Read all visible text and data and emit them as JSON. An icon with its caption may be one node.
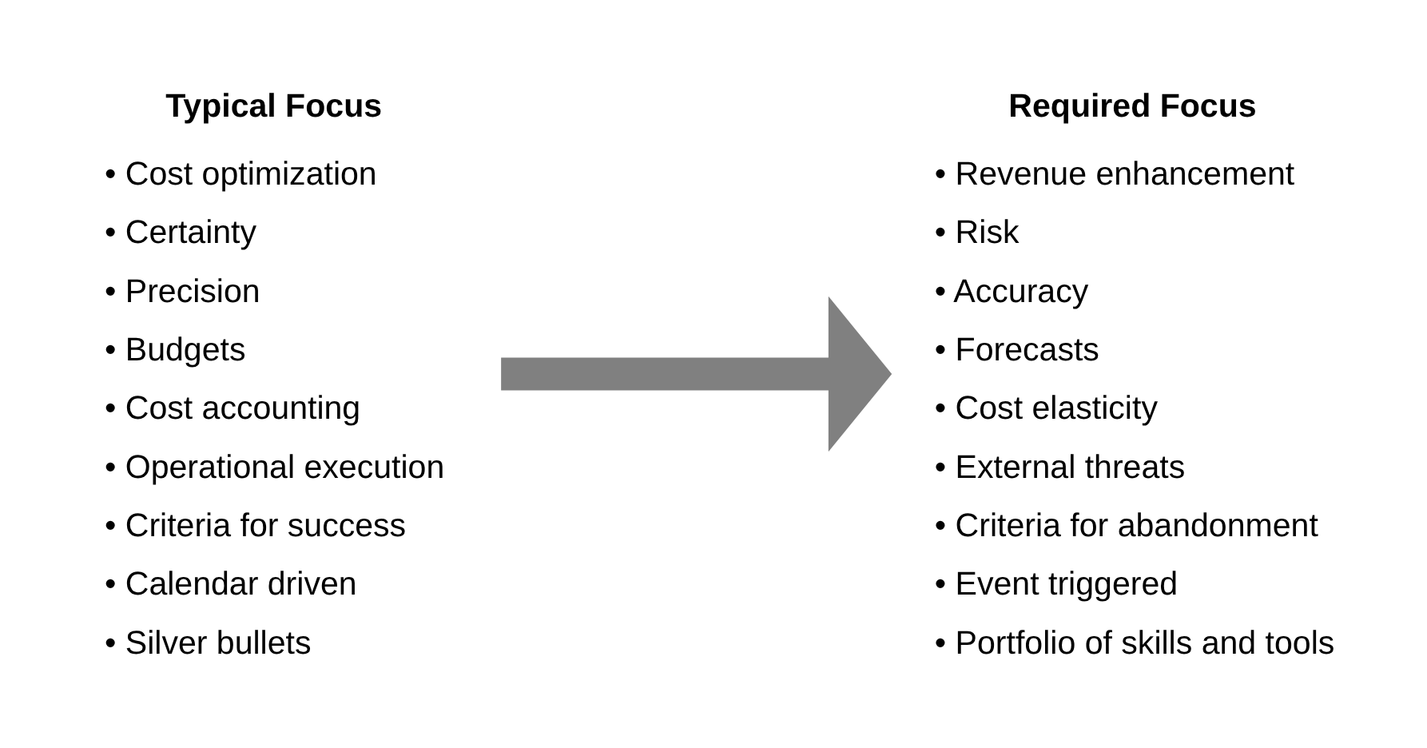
{
  "diagram": {
    "nodes": [
      {
        "text": [
          "Typical Focus",
          "• Cost optimization",
          "• Certainty",
          "• Precision",
          "• Budgets",
          "• Cost accounting",
          "• Operational execution",
          "• Criteria for success",
          "• Calendar driven",
          "• Silver bullets"
        ]
      },
      {
        "text": [
          "Required Focus",
          "• Revenue enhancement",
          "• Risk",
          "• Accuracy",
          "• Forecasts",
          "• Cost elasticity",
          "• External threats",
          "• Criteria for abandonment",
          "• Event triggered",
          "• Portfolio of skills and tools"
        ]
      }
    ],
    "edges": [
      {
        "from": 0,
        "to": 1,
        "arrow": "to",
        "color": "#808080"
      }
    ]
  }
}
